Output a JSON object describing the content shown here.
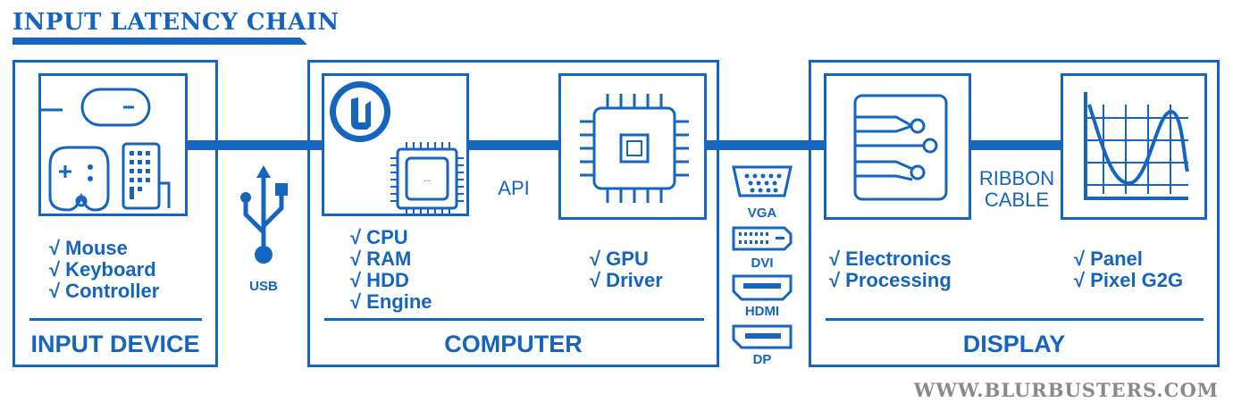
{
  "title": "INPUT LATENCY CHAIN",
  "colors": {
    "accent": "#1565c0",
    "footer": "#8a8a8a"
  },
  "input_device": {
    "label": "INPUT DEVICE",
    "items": [
      "√ Mouse",
      "√ Keyboard",
      "√ Controller"
    ],
    "icons": [
      "mouse-icon",
      "gamepad-icon",
      "keyboard-icon"
    ]
  },
  "usb": {
    "label": "USB",
    "icon": "usb-icon"
  },
  "computer": {
    "label": "COMPUTER",
    "left_items": [
      "√ CPU",
      "√ RAM",
      "√ HDD",
      "√ Engine"
    ],
    "right_items": [
      "√ GPU",
      "√ Driver"
    ],
    "api_label": "API",
    "icons": [
      "unreal-engine-logo",
      "cpu-chip-icon",
      "gpu-chip-icon"
    ]
  },
  "video_ports": [
    "VGA",
    "DVI",
    "HDMI",
    "DP"
  ],
  "display": {
    "label": "DISPLAY",
    "left_items": [
      "√ Electronics",
      "√ Processing"
    ],
    "right_items": [
      "√ Panel",
      "√ Pixel G2G"
    ],
    "ribbon_line1": "RIBBON",
    "ribbon_line2": "CABLE",
    "icons": [
      "circuit-board-icon",
      "waveform-graph-icon"
    ]
  },
  "footer": "WWW.BLURBUSTERS.COM"
}
